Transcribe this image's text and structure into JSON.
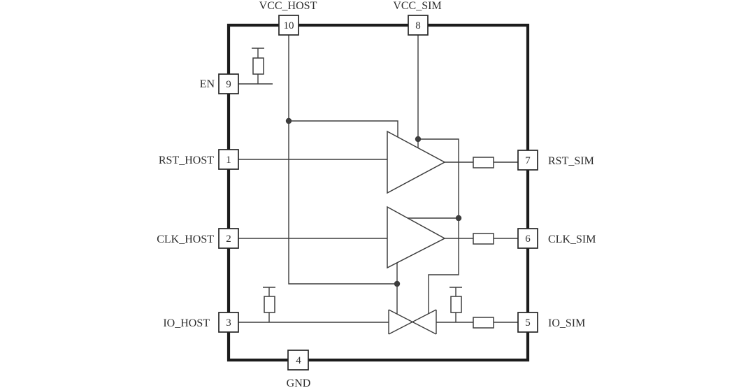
{
  "figure": {
    "title": "SIM level translator block diagram",
    "colors": {
      "background": "#ffffff",
      "wire": "#3d3d3d",
      "chip_border": "#1c1c1c",
      "text": "#2d2d2d"
    },
    "pins": {
      "vcc_host": {
        "number": "10",
        "label": "VCC_HOST"
      },
      "vcc_sim": {
        "number": "8",
        "label": "VCC_SIM"
      },
      "en": {
        "number": "9",
        "label": "EN"
      },
      "rst_host": {
        "number": "1",
        "label": "RST_HOST"
      },
      "clk_host": {
        "number": "2",
        "label": "CLK_HOST"
      },
      "io_host": {
        "number": "3",
        "label": "IO_HOST"
      },
      "gnd": {
        "number": "4",
        "label": "GND"
      },
      "rst_sim": {
        "number": "7",
        "label": "RST_SIM"
      },
      "clk_sim": {
        "number": "6",
        "label": "CLK_SIM"
      },
      "io_sim": {
        "number": "5",
        "label": "IO_SIM"
      }
    },
    "components": {
      "buffers": [
        "rst-buffer",
        "clk-buffer"
      ],
      "transceiver": "io-bidirectional-transceiver",
      "pullup_resistors": [
        "en-pullup",
        "io-host-pullup",
        "io-sim-pullup"
      ],
      "series_resistors": [
        "rst-series",
        "clk-series",
        "io-series"
      ],
      "junctions": 4
    }
  }
}
